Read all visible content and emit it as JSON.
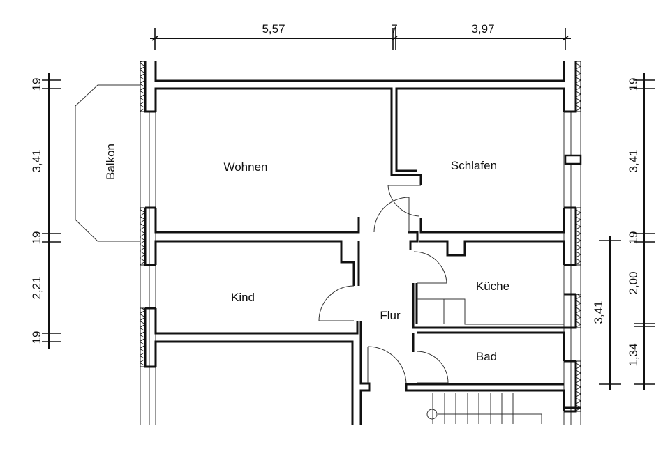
{
  "plan": {
    "rooms": [
      {
        "key": "wohnen",
        "label": "Wohnen"
      },
      {
        "key": "schlafen",
        "label": "Schlafen"
      },
      {
        "key": "balkon",
        "label": "Balkon"
      },
      {
        "key": "kind",
        "label": "Kind"
      },
      {
        "key": "kueche",
        "label": "Küche"
      },
      {
        "key": "flur",
        "label": "Flur"
      },
      {
        "key": "bad",
        "label": "Bad"
      }
    ],
    "dimensions": {
      "top": {
        "left": "5,57",
        "middle": "7",
        "right": "3,97"
      },
      "left": {
        "top_wall": "19",
        "upper": "3,41",
        "mid_wall": "19",
        "lower": "2,21",
        "bottom_wall": "19"
      },
      "right_outer": {
        "top_wall": "19",
        "upper": "3,41",
        "mid_wall": "19",
        "lower_a": "2,00",
        "lower_b": "1,34"
      },
      "right_inner": {
        "span": "3,41"
      }
    }
  }
}
